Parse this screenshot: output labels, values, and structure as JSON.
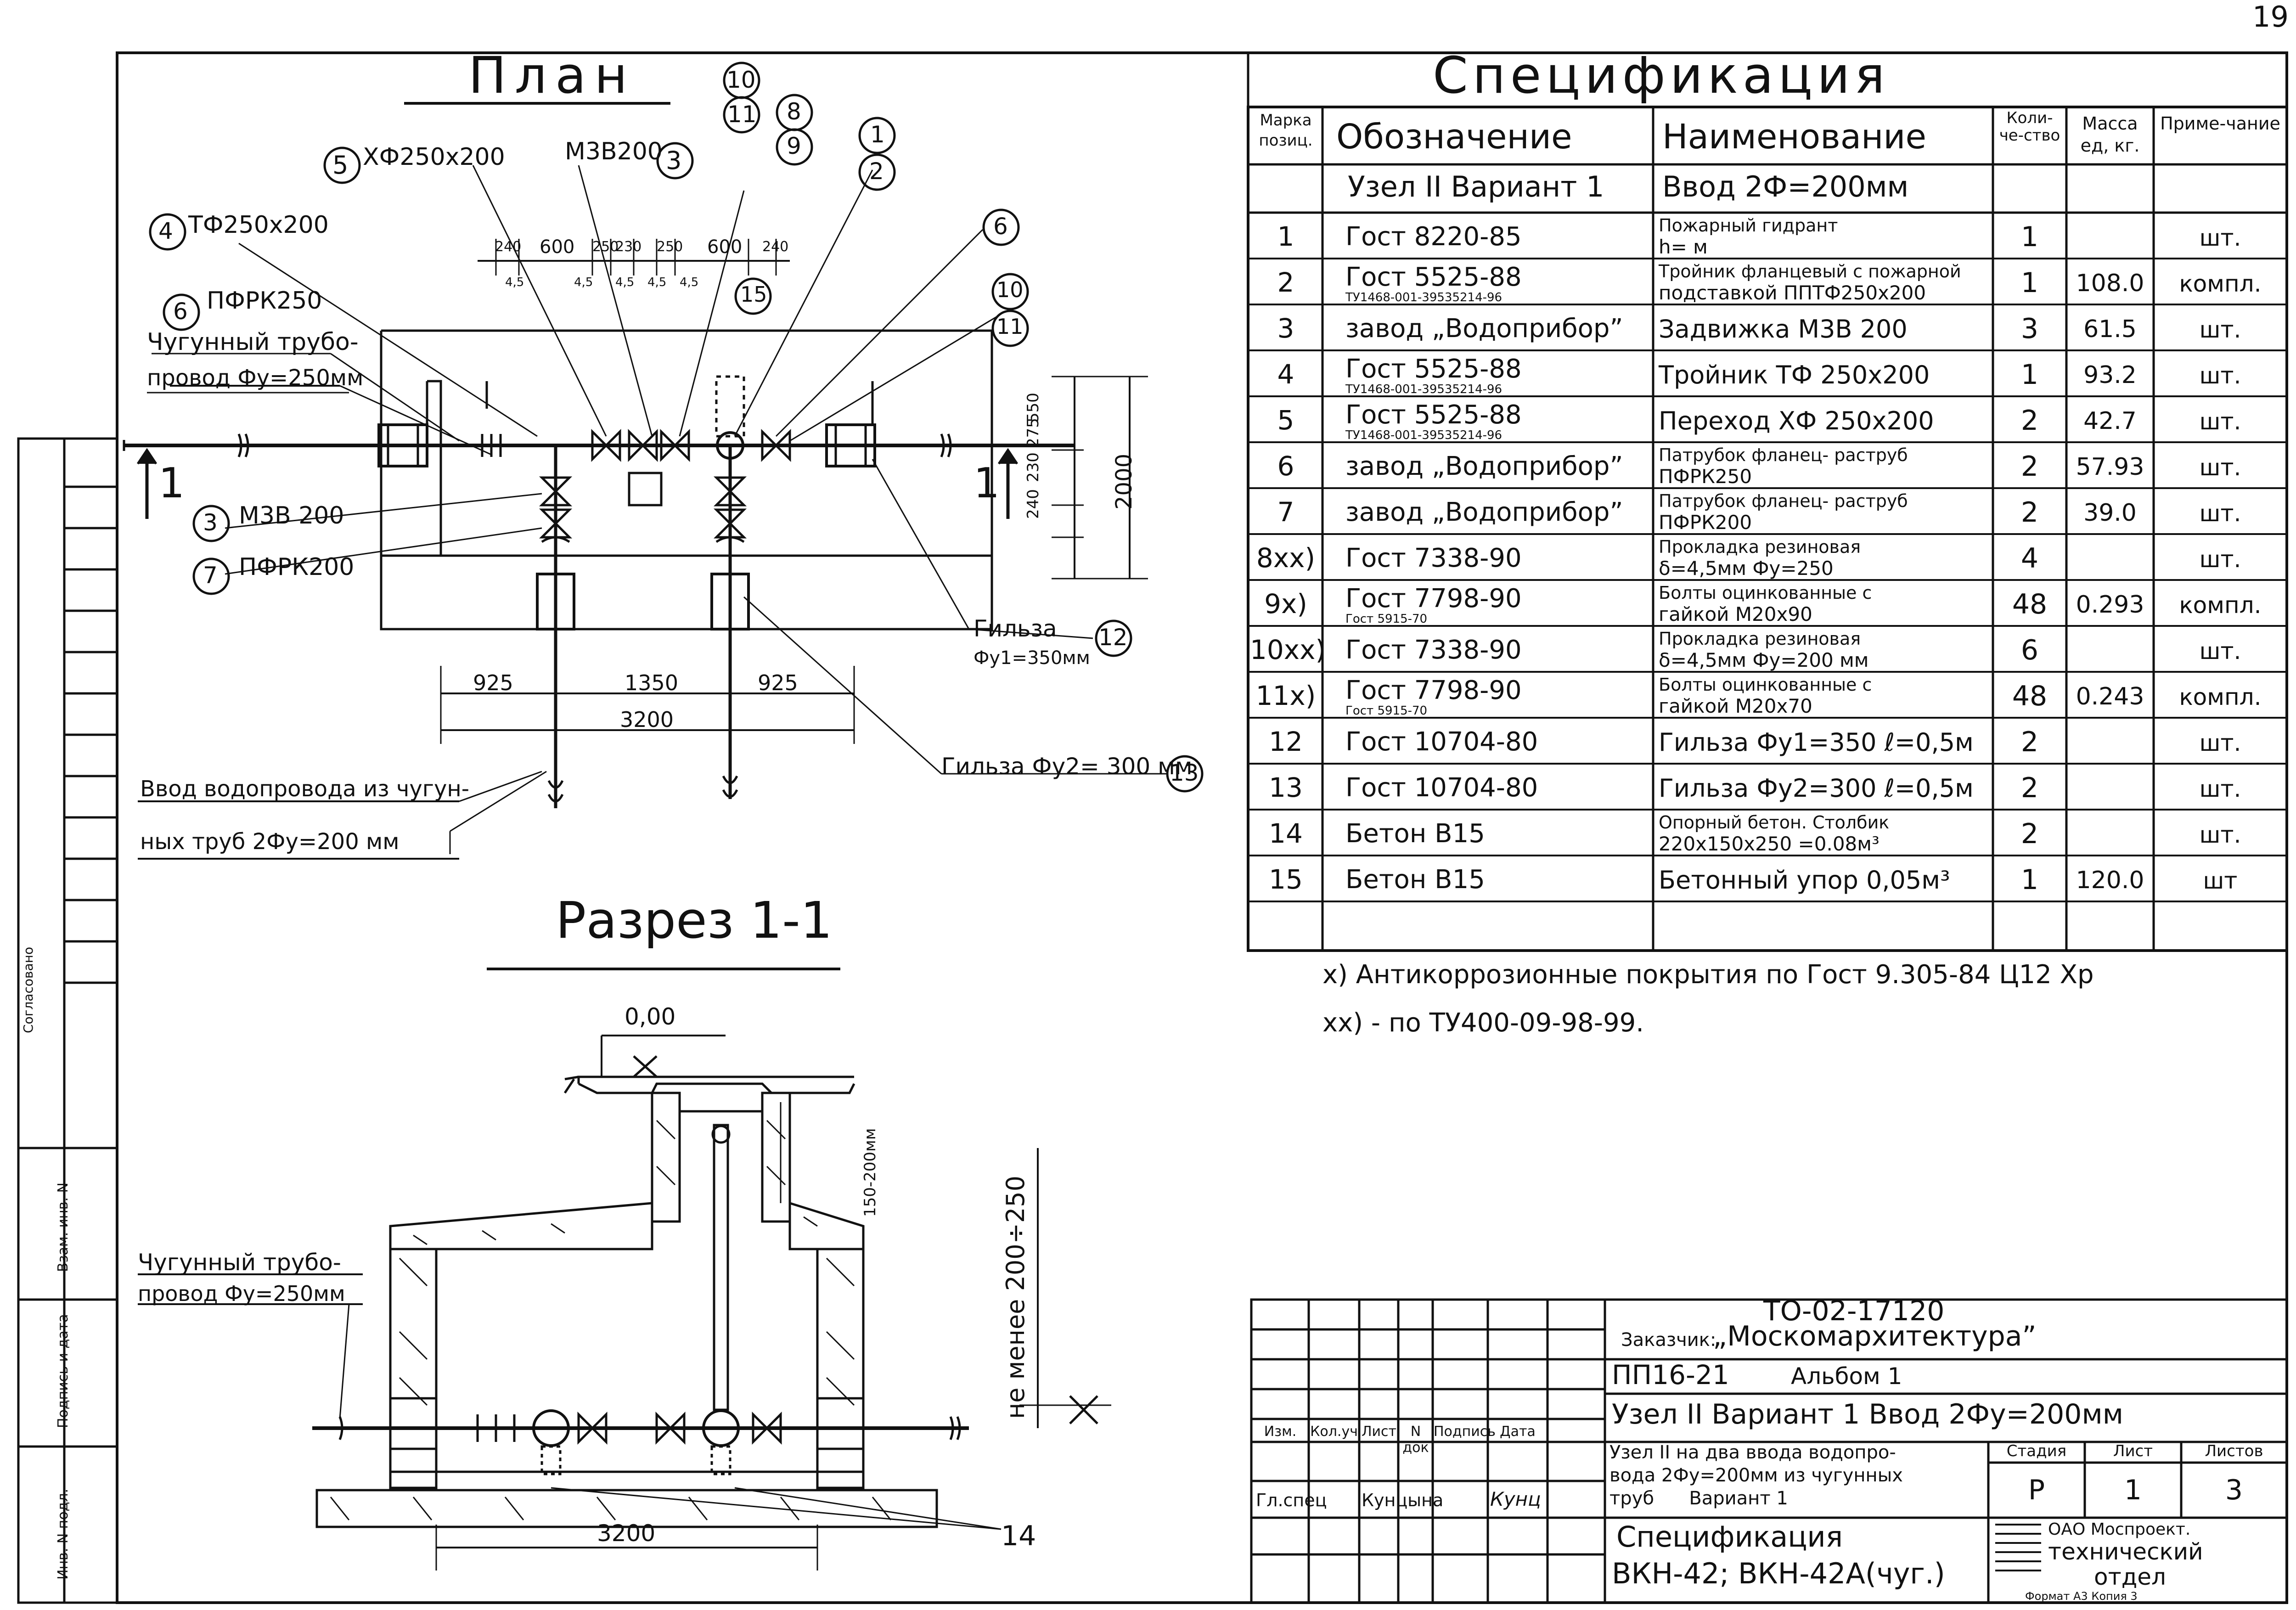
{
  "page_number": "19",
  "plan": {
    "title": "План",
    "callouts": {
      "c5": "5",
      "c5_label": "ХФ250х200",
      "c3_top": "3",
      "c3_top_label": "М3В200",
      "c10_top": "10",
      "c11_top": "11",
      "c8": "8",
      "c9": "9",
      "c1": "1",
      "c2": "2",
      "c4": "4",
      "c4_label": "ТФ250х200",
      "c6_left": "6",
      "c6_left_label": "ПФРК250",
      "c6_right": "6",
      "c10_right": "10",
      "c11_right": "11",
      "c15": "15",
      "c3_mid": "3",
      "c3_mid_label": "М3В 200",
      "c7": "7",
      "c7_label": "ПФРК200",
      "c12": "12",
      "c12_label": "Гильза",
      "c12_sub": "Фу1=350мм",
      "c13": "13",
      "c13_label": "Гильза Фу2= 300 мм"
    },
    "pipe_label_line1": "Чугунный трубо-",
    "pipe_label_line2": "провод Фу=250мм",
    "section_mark": "1",
    "dims_top": [
      "240",
      "600",
      "250",
      "230",
      "250",
      "600",
      "240"
    ],
    "dims_top_small": [
      "4,5",
      "4,5",
      "4,5",
      "4,5",
      "4,5"
    ],
    "dims_right": [
      "240",
      "230",
      "275",
      "550"
    ],
    "dim_2000": "2000",
    "dims_bottom": [
      "925",
      "1350",
      "925"
    ],
    "dim_3200": "3200",
    "input_label_line1": "Ввод водопровода из чугун-",
    "input_label_line2": "ных труб   2Фу=200 мм"
  },
  "section": {
    "title": "Разрез 1-1",
    "level": "0,00",
    "dim_side": "не менее  200÷250",
    "dim_small": "150-200мм",
    "pipe_label_line1": "Чугунный трубо-",
    "pipe_label_line2": "провод Фу=250мм",
    "dim_bottom": "3200",
    "callout_14": "14"
  },
  "spec": {
    "title": "Спецификация",
    "headers": {
      "mark": "Марка позиц.",
      "designation": "Обозначение",
      "name": "Наименование",
      "qty": "Коли-че-ство",
      "mass": "Масса ед, кг.",
      "note": "Приме-чание"
    },
    "group_designation": "Узел II Вариант 1",
    "group_name": "Ввод 2Ф=200мм",
    "rows": [
      {
        "pos": "1",
        "des": "Гост   8220-85",
        "name1": "Пожарный гидрант",
        "name2": "h=        м",
        "qty": "1",
        "mass": "",
        "note": "шт."
      },
      {
        "pos": "2",
        "des": "Гост  5525-88",
        "des2": "ТУ1468-001-39535214-96",
        "name1": "Тройник фланцевый с пожарной",
        "name2": "подставкой ППТФ250х200",
        "qty": "1",
        "mass": "108.0",
        "note": "компл."
      },
      {
        "pos": "3",
        "des": "завод „Водоприбор”",
        "name1": "Задвижка М3В 200",
        "name2": "",
        "qty": "3",
        "mass": "61.5",
        "note": "шт."
      },
      {
        "pos": "4",
        "des": "Гост  5525-88",
        "des2": "ТУ1468-001-39535214-96",
        "name1": "Тройник ТФ 250х200",
        "name2": "",
        "qty": "1",
        "mass": "93.2",
        "note": "шт."
      },
      {
        "pos": "5",
        "des": "Гост  5525-88",
        "des2": "ТУ1468-001-39535214-96",
        "name1": "Переход ХФ 250х200",
        "name2": "",
        "qty": "2",
        "mass": "42.7",
        "note": "шт."
      },
      {
        "pos": "6",
        "des": "завод „Водоприбор”",
        "name1": "Патрубок фланец- раструб",
        "name2": "ПФРК250",
        "qty": "2",
        "mass": "57.93",
        "note": "шт."
      },
      {
        "pos": "7",
        "des": "завод „Водоприбор”",
        "name1": "Патрубок фланец- раструб",
        "name2": "ПФРК200",
        "qty": "2",
        "mass": "39.0",
        "note": "шт."
      },
      {
        "pos": "8xx)",
        "des": "Гост  7338-90",
        "name1": "Прокладка  резиновая",
        "name2": "δ=4,5мм   Фу=250",
        "qty": "4",
        "mass": "",
        "note": "шт."
      },
      {
        "pos": "9x)",
        "des": "Гост  7798-90",
        "des2": "Гост  5915-70",
        "name1": "Болты оцинкованные с",
        "name2": "гайкой  М20х90",
        "qty": "48",
        "mass": "0.293",
        "note": "компл."
      },
      {
        "pos": "10xx)",
        "des": "Гост  7338-90",
        "name1": "Прокладка  резиновая",
        "name2": "δ=4,5мм   Фу=200 мм",
        "qty": "6",
        "mass": "",
        "note": "шт."
      },
      {
        "pos": "11x)",
        "des": "Гост  7798-90",
        "des2": "Гост  5915-70",
        "name1": "Болты оцинкованные с",
        "name2": "гайкой  М20х70",
        "qty": "48",
        "mass": "0.243",
        "note": "компл."
      },
      {
        "pos": "12",
        "des": "Гост  10704-80",
        "name1": "Гильза Фу1=350  ℓ=0,5м",
        "name2": "",
        "qty": "2",
        "mass": "",
        "note": "шт."
      },
      {
        "pos": "13",
        "des": "Гост  10704-80",
        "name1": "Гильза Фу2=300  ℓ=0,5м",
        "name2": "",
        "qty": "2",
        "mass": "",
        "note": "шт."
      },
      {
        "pos": "14",
        "des": "Бетон  В15",
        "name1": "Опорный бетон. Столбик",
        "name2": "220х150х250 =0.08м³",
        "qty": "2",
        "mass": "",
        "note": "шт."
      },
      {
        "pos": "15",
        "des": "Бетон  В15",
        "name1": "Бетонный упор 0,05м³",
        "name2": "",
        "qty": "1",
        "mass": "120.0",
        "note": "шт"
      }
    ],
    "notes": [
      "x) Антикоррозионные покрытия по Гост 9.305-84  Ц12 Хр",
      "xx) - по ТУ400-09-98-99."
    ]
  },
  "titleblock": {
    "code": "ТО-02-17120",
    "customer_label": "Заказчик:",
    "customer": "„Москомархитектура”",
    "album_code": "ПП16-21",
    "album": "Альбом 1",
    "node": "Узел II  Вариант 1  Ввод 2Фу=200мм",
    "cols": [
      "Изм.",
      "Кол.уч",
      "Лист",
      "N док",
      "Подпись",
      "Дата"
    ],
    "signer_role": "Гл.спец",
    "signer_name": "Кунцына",
    "signer_sign": "Кунц",
    "desc_line1": "Узел II на два ввода водопро-",
    "desc_line2": "вода 2Фу=200мм из чугунных",
    "desc_line3": "труб      Вариант 1",
    "stage_label": "Стадия",
    "sheet_label": "Лист",
    "sheets_label": "Листов",
    "stage": "Р",
    "sheet": "1",
    "sheets": "3",
    "doc_line1": "Спецификация",
    "doc_line2": "ВКН-42; ВКН-42А(чуг.)",
    "org_line1": "ОАО Моспроект.",
    "org_line2": "технический",
    "org_line3": "отдел",
    "format": "Формат А3   Копия 3"
  },
  "side_stamp": {
    "agreed": "Согласовано",
    "inv_vz": "Взам. инв. N",
    "sign_date": "Подпись и дата",
    "inv_orig": "Инв. N подл."
  }
}
